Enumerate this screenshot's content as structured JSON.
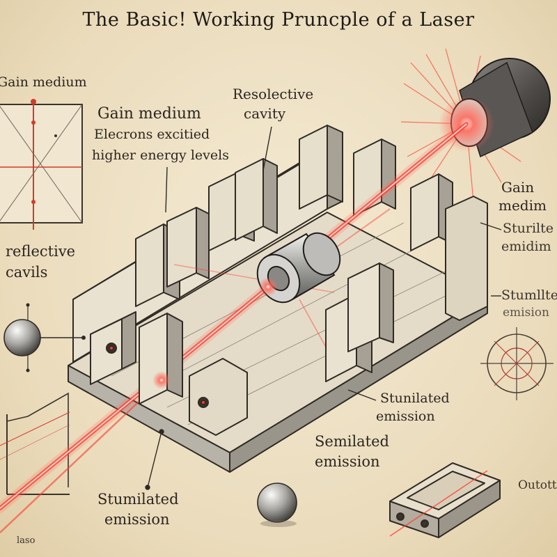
{
  "title": "The Basic! Working Pruncple of a Laser",
  "labels": {
    "gain_medium_topleft": "Gain medium",
    "gain_medium_center": "Gain medium",
    "electrons_excited": "Elecrons excitied",
    "higher_energy": "higher energy levels",
    "resolective": "Resolective",
    "cavity": "cavity",
    "reflective": "reflective",
    "cavils": "cavils",
    "gain_right": "Gain",
    "medim_right": "medim",
    "sturilte": "Sturilte",
    "emidim": "emidim",
    "stumllte": "Stumllte",
    "emision": "emision",
    "stunilated_1": "Stunilated",
    "emission_1": "emission",
    "semilated": "Semilated",
    "emission_2": "emission",
    "stumilated_2": "Stumilated",
    "emission_3": "emission",
    "output": "Outott",
    "laso": "laso"
  },
  "colors": {
    "paper": "#efe3c8",
    "ink": "#2b2620",
    "beam": "#ff3b2f",
    "glow": "#ff8a7a",
    "metal": "#c9c9c6",
    "wood": "#d8ccb6"
  },
  "icons": [
    "laser-source-icon",
    "gain-medium-cylinder-icon",
    "mirror-sphere-icon",
    "crosshair-target-icon",
    "output-coupler-icon"
  ]
}
